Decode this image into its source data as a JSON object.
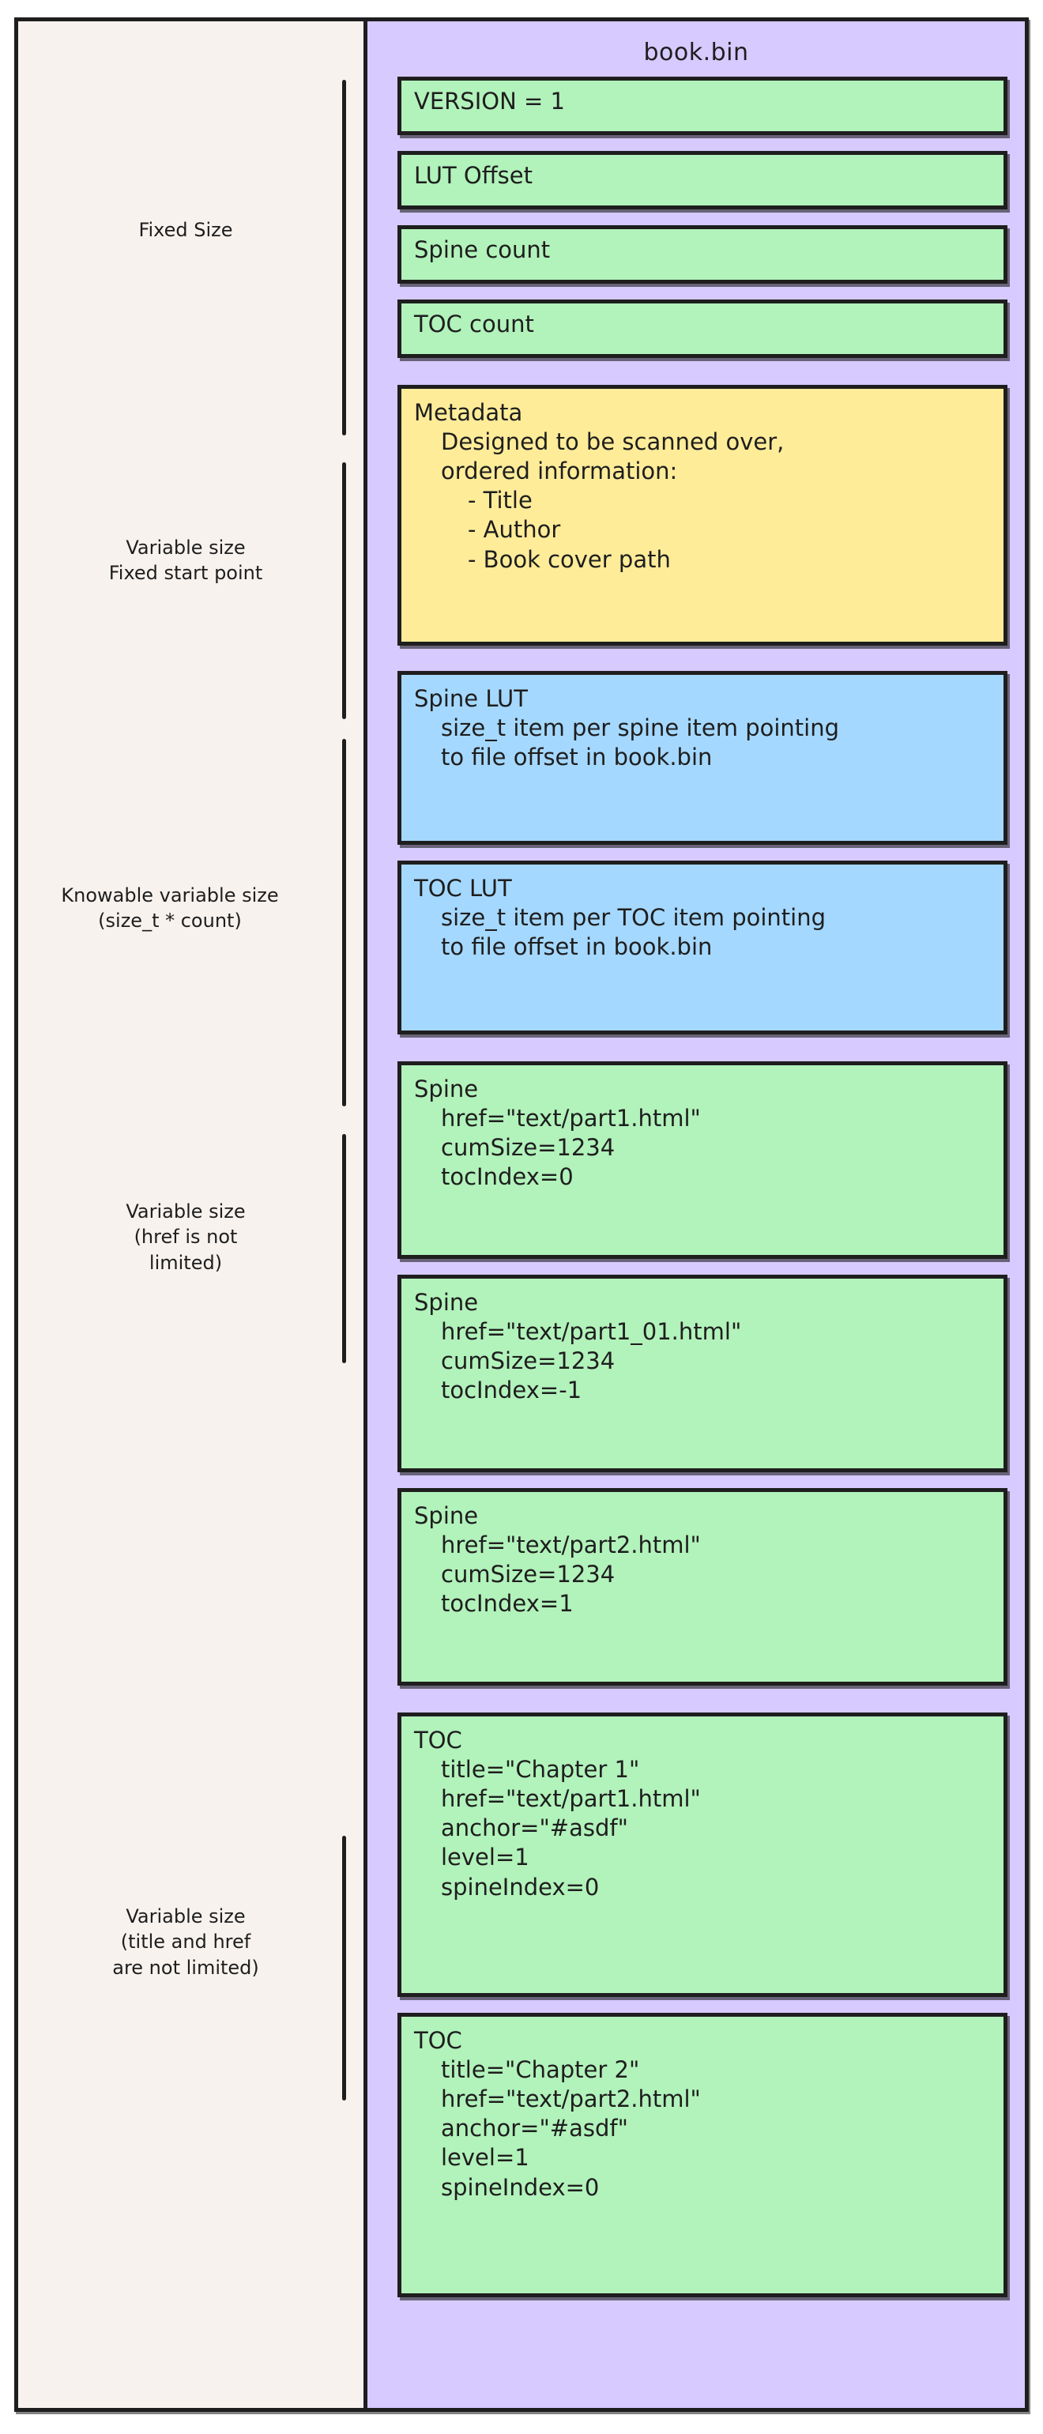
{
  "diagram": {
    "file_title": "book.bin",
    "left_panel_color": "#f8f2ee",
    "right_panel_color": "#d6caff",
    "green": "#b2f2bb",
    "yellow": "#ffec99",
    "blue": "#a5d8ff",
    "stroke": "#1e1e1e"
  },
  "side_labels": [
    {
      "text": "Fixed Size"
    },
    {
      "text": "Variable size\nFixed start point"
    },
    {
      "text": "Knowable variable size\n(size_t * count)"
    },
    {
      "text": "Variable size\n(href is not\nlimited)"
    },
    {
      "text": "Variable size\n(title and href\nare not limited)"
    }
  ],
  "blocks": [
    {
      "id": "version",
      "color": "green",
      "title": "VERSION = 1",
      "lines": [],
      "bullets": []
    },
    {
      "id": "lut-offset",
      "color": "green",
      "title": "LUT Offset",
      "lines": [],
      "bullets": []
    },
    {
      "id": "spine-count",
      "color": "green",
      "title": "Spine count",
      "lines": [],
      "bullets": []
    },
    {
      "id": "toc-count",
      "color": "green",
      "title": "TOC count",
      "lines": [],
      "bullets": []
    },
    {
      "id": "metadata",
      "color": "yellow",
      "title": "Metadata",
      "lines": [
        "Designed to be scanned over,",
        "ordered information:"
      ],
      "bullets": [
        "- Title",
        "- Author",
        "- Book cover path"
      ]
    },
    {
      "id": "spine-lut",
      "color": "blue",
      "title": "Spine LUT",
      "lines": [
        "size_t item per spine item pointing",
        "to file offset in book.bin"
      ],
      "bullets": []
    },
    {
      "id": "toc-lut",
      "color": "blue",
      "title": "TOC LUT",
      "lines": [
        "size_t item per TOC item pointing",
        "to file offset in book.bin"
      ],
      "bullets": []
    },
    {
      "id": "spine-1",
      "color": "green",
      "title": "Spine",
      "lines": [
        "href=\"text/part1.html\"",
        "cumSize=1234",
        "tocIndex=0"
      ],
      "bullets": []
    },
    {
      "id": "spine-2",
      "color": "green",
      "title": "Spine",
      "lines": [
        "href=\"text/part1_01.html\"",
        "cumSize=1234",
        "tocIndex=-1"
      ],
      "bullets": []
    },
    {
      "id": "spine-3",
      "color": "green",
      "title": "Spine",
      "lines": [
        "href=\"text/part2.html\"",
        "cumSize=1234",
        "tocIndex=1"
      ],
      "bullets": []
    },
    {
      "id": "toc-1",
      "color": "green",
      "title": "TOC",
      "lines": [
        "title=\"Chapter 1\"",
        "href=\"text/part1.html\"",
        "anchor=\"#asdf\"",
        "level=1",
        "spineIndex=0"
      ],
      "bullets": []
    },
    {
      "id": "toc-2",
      "color": "green",
      "title": "TOC",
      "lines": [
        "title=\"Chapter 2\"",
        "href=\"text/part2.html\"",
        "anchor=\"#asdf\"",
        "level=1",
        "spineIndex=0"
      ],
      "bullets": []
    }
  ]
}
